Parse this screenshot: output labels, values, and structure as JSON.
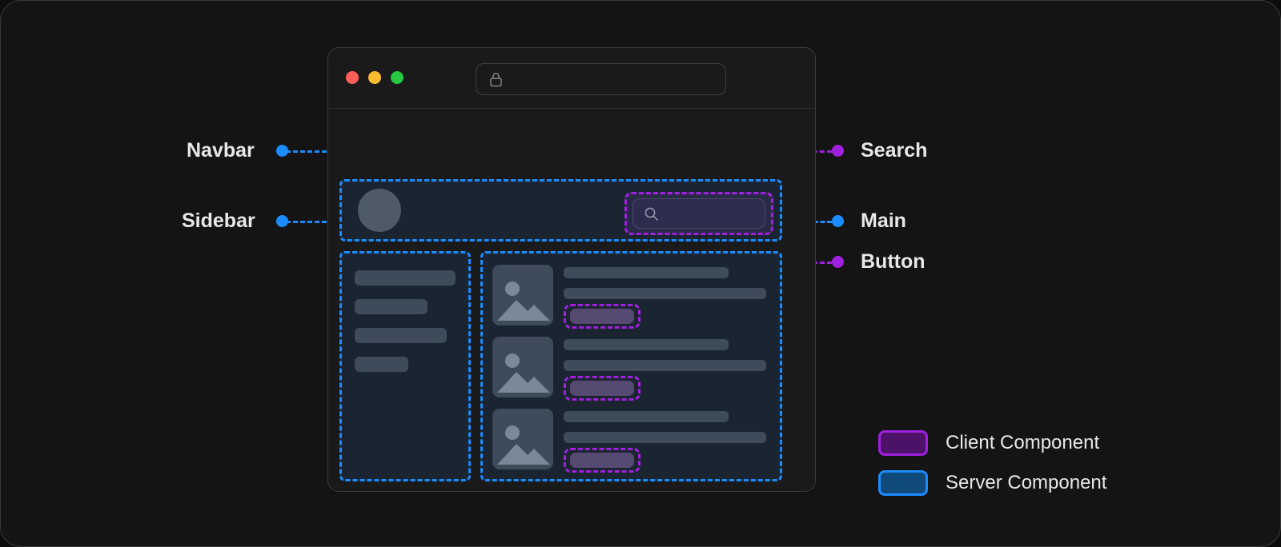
{
  "diagram": {
    "title": "React Server and Client Components Layout",
    "colors": {
      "server": "#1a8cff",
      "client": "#a020e0",
      "canvas_bg": "#141414",
      "panel_bg": "#1b2531",
      "skeleton": "#3e4b5a"
    }
  },
  "browser": {
    "traffic_lights": [
      {
        "name": "close",
        "color": "#ff5f57"
      },
      {
        "name": "minimize",
        "color": "#febc2e"
      },
      {
        "name": "maximize",
        "color": "#28c840"
      }
    ],
    "address_bar": {
      "icon": "lock-icon",
      "value": "",
      "placeholder": ""
    }
  },
  "navbar": {
    "avatar_icon": "avatar",
    "search": {
      "icon": "search-icon",
      "value": "",
      "placeholder": ""
    }
  },
  "sidebar": {
    "items": [
      {
        "width": "100%"
      },
      {
        "width": "72%"
      },
      {
        "width": "91%"
      },
      {
        "width": "53%"
      }
    ]
  },
  "main": {
    "cards": [
      {
        "thumb_icon": "image-placeholder-icon",
        "button_label": ""
      },
      {
        "thumb_icon": "image-placeholder-icon",
        "button_label": ""
      },
      {
        "thumb_icon": "image-placeholder-icon",
        "button_label": ""
      }
    ]
  },
  "annotations": {
    "left": [
      {
        "label": "Navbar",
        "color": "#1a8cff",
        "type": "server"
      },
      {
        "label": "Sidebar",
        "color": "#1a8cff",
        "type": "server"
      }
    ],
    "right": [
      {
        "label": "Search",
        "color": "#a020e0",
        "type": "client"
      },
      {
        "label": "Main",
        "color": "#1a8cff",
        "type": "server"
      },
      {
        "label": "Button",
        "color": "#a020e0",
        "type": "client"
      }
    ]
  },
  "legend": {
    "items": [
      {
        "label": "Client Component",
        "color": "#a020e0",
        "fill": "#4b1268"
      },
      {
        "label": "Server Component",
        "color": "#1a8cff",
        "fill": "#104a7a"
      }
    ]
  }
}
